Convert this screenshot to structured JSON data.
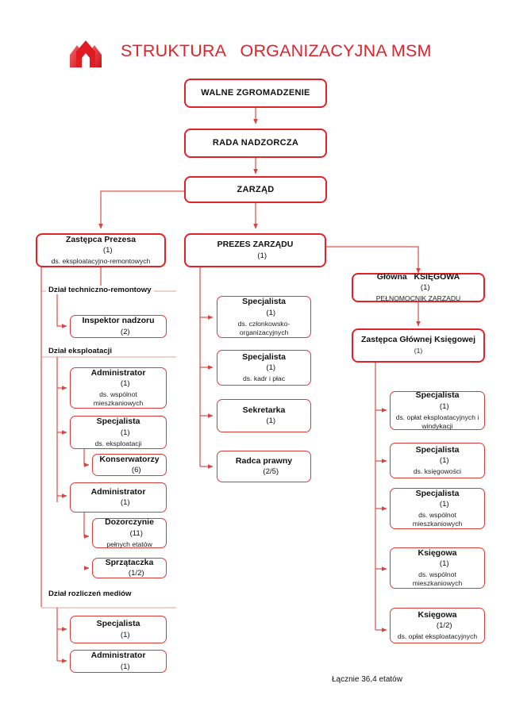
{
  "header": {
    "title": "STRUKTURA   ORGANIZACYJNA MSM",
    "logo_icon": "house-logo-icon",
    "title_color": "#E1222B"
  },
  "theme": {
    "border_red": "#D93A3A",
    "strong_red": "#E1222B",
    "connector_red": "#D94A4A",
    "background": "#FFFFFF"
  },
  "nodes": {
    "walne": {
      "title": "WALNE ZGROMADZENIE",
      "count": "",
      "sub": ""
    },
    "rada": {
      "title": "RADA NADZORCZA",
      "count": "",
      "sub": ""
    },
    "zarzad": {
      "title": "ZARZĄD",
      "count": "",
      "sub": ""
    },
    "zastepca": {
      "title": "Zastępca Prezesa",
      "count": "(1)",
      "sub": "ds. eksploatacyjno-remontowych"
    },
    "prezes": {
      "title": "PREZES ZARZĄDU",
      "count": "(1)",
      "sub": ""
    },
    "glowna": {
      "title": "Główna   KSIĘGOWA",
      "count": "(1)",
      "sub": "PEŁNOMOCNIK ZARZĄDU"
    },
    "zastepca_gk": {
      "title": "Zastępca Głównej Księgowej",
      "count": "",
      "sub": "(1)"
    },
    "inspektor": {
      "title": "Inspektor nadzoru",
      "count": "(2)",
      "sub": ""
    },
    "admin_wm": {
      "title": "Administrator",
      "count": "(1)",
      "sub": "ds. wspólnot\nmieszkaniowych"
    },
    "spec_eks": {
      "title": "Specjalista",
      "count": "(1)",
      "sub": "ds. eksploatacji"
    },
    "konserw": {
      "title": "Konserwatorzy",
      "count": "(6)",
      "sub": ""
    },
    "admin_2": {
      "title": "Administrator",
      "count": "(1)",
      "sub": ""
    },
    "dozorczynie": {
      "title": "Dozorczynie",
      "count": "(11)",
      "sub": "pełnych etatów"
    },
    "sprzataczka": {
      "title": "Sprzątaczka",
      "count": "(1/2)",
      "sub": ""
    },
    "spec_med": {
      "title": "Specjalista",
      "count": "(1)",
      "sub": ""
    },
    "admin_med": {
      "title": "Administrator",
      "count": "(1)",
      "sub": ""
    },
    "spec_czl": {
      "title": "Specjalista",
      "count": "(1)",
      "sub": "ds. członkowsko-\norganizacyjnych"
    },
    "spec_kadr": {
      "title": "Specjalista",
      "count": "(1)",
      "sub": "ds. kadr i płac"
    },
    "sekretarka": {
      "title": "Sekretarka",
      "count": "(1)",
      "sub": ""
    },
    "radca": {
      "title": "Radca prawny",
      "count": "(2/5)",
      "sub": ""
    },
    "spec_oplat": {
      "title": "Specjalista",
      "count": "(1)",
      "sub": "ds. opłat eksploatacyjnych i\nwindykacji"
    },
    "spec_ksieg": {
      "title": "Specjalista",
      "count": "(1)",
      "sub": "ds. księgowości"
    },
    "spec_wspol": {
      "title": "Specjalista",
      "count": "(1)",
      "sub": "ds. wspólnot\nmieszkaniowych"
    },
    "ksiegowa_wm": {
      "title": "Księgowa",
      "count": "(1)",
      "sub": "ds. wspólnot\nmieszkaniowych"
    },
    "ksiegowa_op": {
      "title": "Księgowa",
      "count": "(1/2)",
      "sub": "ds. opłat eksploatacyjnych"
    }
  },
  "departments": {
    "techniczny": "Dział techniczno-remontowy",
    "eksploatacji": "Dział eksploatacji",
    "media": "Dział rozliczeń mediów"
  },
  "footer": {
    "total": "Łącznie 36,4 etatów"
  }
}
